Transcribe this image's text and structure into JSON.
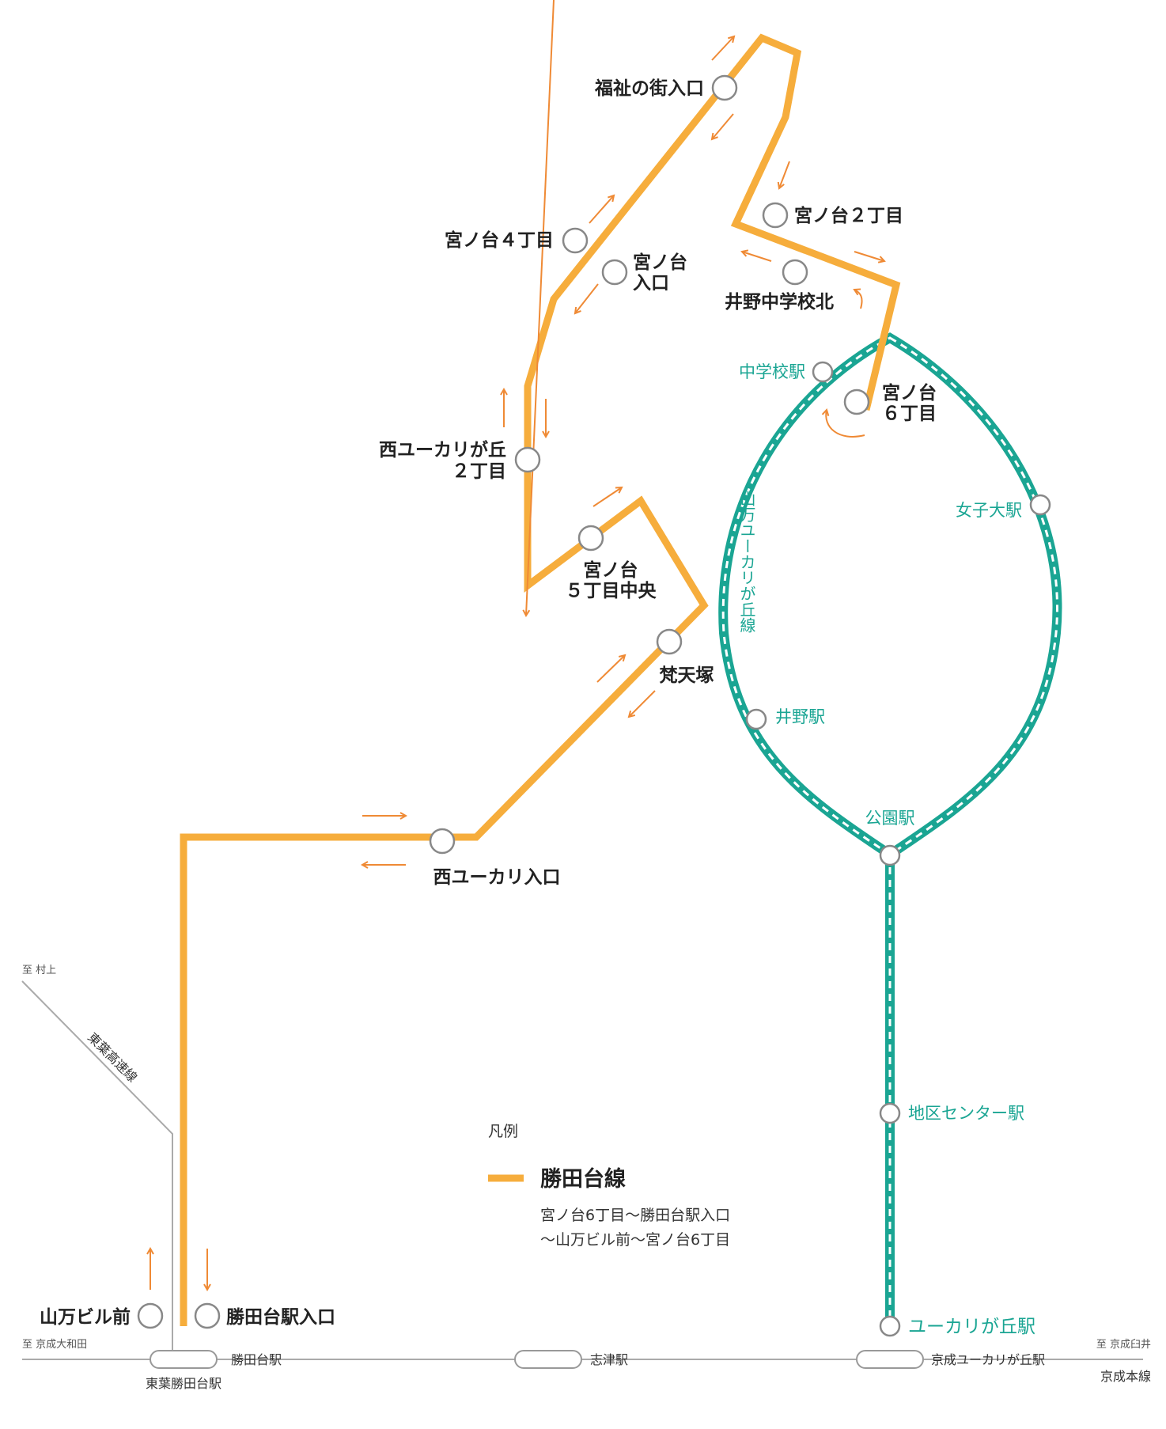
{
  "colors": {
    "bus_line": "#f6ad3c",
    "arrow": "#ef8a35",
    "monorail": "#1aa593",
    "rail": "#aaaaaa",
    "station_fill": "#ffffff",
    "stop_stroke": "#888888"
  },
  "bus_stops": {
    "fukushi": "福祉の街入口",
    "miyanodai2": "宮ノ台２丁目",
    "miyanodai4": "宮ノ台４丁目",
    "miyanodai_iriguchi_1": "宮ノ台",
    "miyanodai_iriguchi_2": "入口",
    "ino_chugakko_kita": "井野中学校北",
    "miyanodai6_1": "宮ノ台",
    "miyanodai6_2": "６丁目",
    "nishi_yukari2_1": "西ユーカリが丘",
    "nishi_yukari2_2": "２丁目",
    "miyanodai5_1": "宮ノ台",
    "miyanodai5_2": "５丁目中央",
    "bontenzuka": "梵天塚",
    "nishi_yukari_iriguchi": "西ユーカリ入口",
    "yamaman_biru_mae": "山万ビル前",
    "katsutadai_eki_iriguchi": "勝田台駅入口"
  },
  "monorail": {
    "line_name": "山万ユーカリが丘線",
    "stations": {
      "chugakko": "中学校駅",
      "joshidai": "女子大駅",
      "ino": "井野駅",
      "koen": "公園駅",
      "chiku_center": "地区センター駅",
      "yukarigaoka": "ユーカリが丘駅"
    }
  },
  "railway": {
    "line_name": "京成本線",
    "to_left": "至 京成大和田",
    "to_right": "至 京成臼井",
    "stations": {
      "toyo_katsutadai": "東葉勝田台駅",
      "katsutadai": "勝田台駅",
      "shizu": "志津駅",
      "keisei_yukarigaoka": "京成ユーカリが丘駅"
    }
  },
  "toyo_line": {
    "name": "東葉高速線",
    "to": "至 村上"
  },
  "legend": {
    "title": "凡例",
    "line_name": "勝田台線",
    "desc_line1": "宮ノ台6丁目～勝田台駅入口",
    "desc_line2": "～山万ビル前～宮ノ台6丁目"
  }
}
